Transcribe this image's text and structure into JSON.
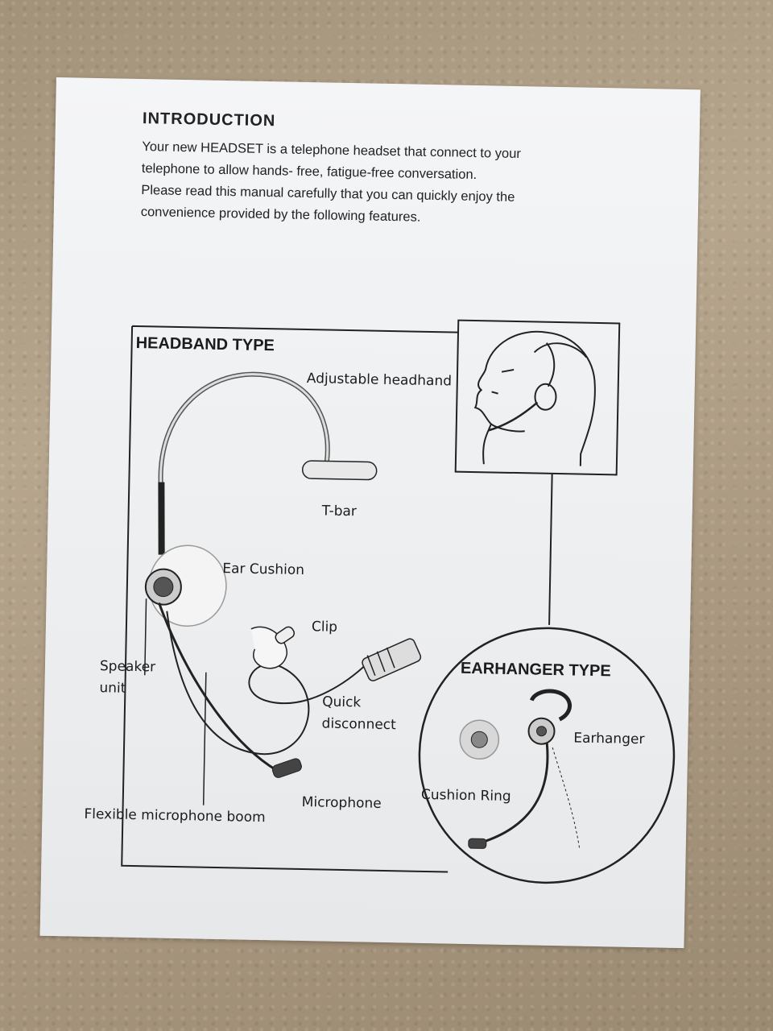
{
  "introduction": {
    "heading": "INTRODUCTION",
    "line1": "Your new HEADSET is a telephone headset that connect to your",
    "line2": "telephone to allow hands- free, fatigue-free conversation.",
    "line3": "Please read  this manual carefully that you can quickly enjoy the",
    "line4": "convenience provided by the following features."
  },
  "headband": {
    "title": "HEADBAND TYPE",
    "labels": {
      "adjustable_headband": "Adjustable headhand",
      "t_bar": "T-bar",
      "ear_cushion": "Ear Cushion",
      "clip": "Clip",
      "speaker_unit_line1": "Speaker",
      "speaker_unit_line2": "unit",
      "quick_disconnect_line1": "Quick",
      "quick_disconnect_line2": "disconnect",
      "microphone": "Microphone",
      "flexible_boom": "Flexible microphone boom"
    }
  },
  "earhanger": {
    "title": "EARHANGER TYPE",
    "labels": {
      "earhanger": "Earhanger",
      "cushion_ring": "Cushion Ring"
    }
  }
}
